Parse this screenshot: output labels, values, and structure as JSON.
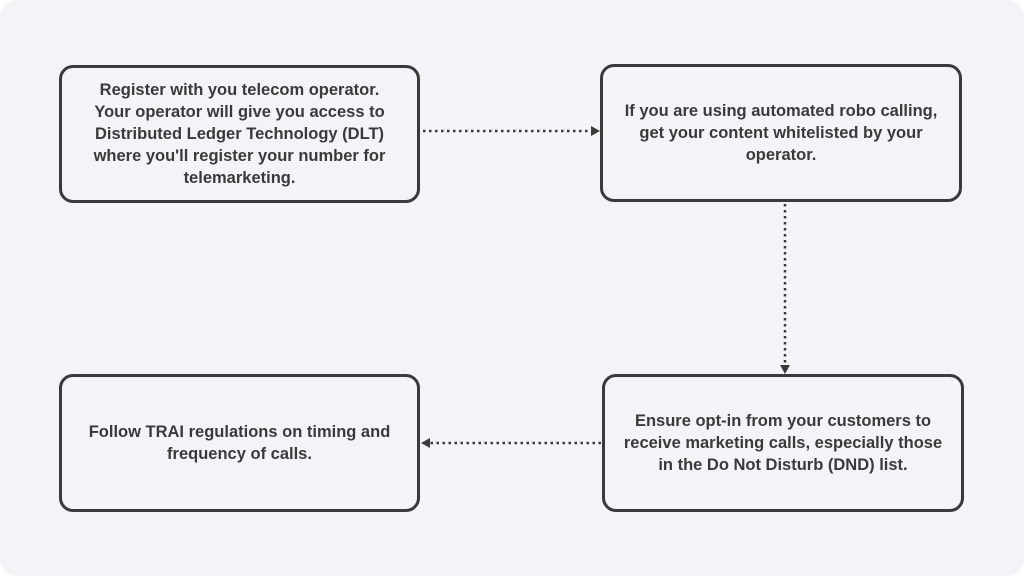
{
  "steps": [
    {
      "id": "step1",
      "text": "Register with you telecom operator. Your operator will give you access to Distributed Ledger Technology (DLT) where you'll register your number for telemarketing."
    },
    {
      "id": "step2",
      "text": "If you are using automated robo calling, get your content whitelisted by your operator."
    },
    {
      "id": "step3",
      "text": "Ensure opt-in from your customers to receive marketing calls, especially those in the Do Not Disturb (DND) list."
    },
    {
      "id": "step4",
      "text": "Follow TRAI regulations on timing and frequency of calls."
    }
  ],
  "colors": {
    "background": "#f3f4f8",
    "box_border": "#3a3a3a",
    "text": "#3a3a3a",
    "arrow": "#3a3a3a"
  },
  "connectors": [
    {
      "from": "step1",
      "to": "step2",
      "style": "dotted"
    },
    {
      "from": "step2",
      "to": "step3",
      "style": "dotted"
    },
    {
      "from": "step3",
      "to": "step4",
      "style": "dotted"
    }
  ]
}
